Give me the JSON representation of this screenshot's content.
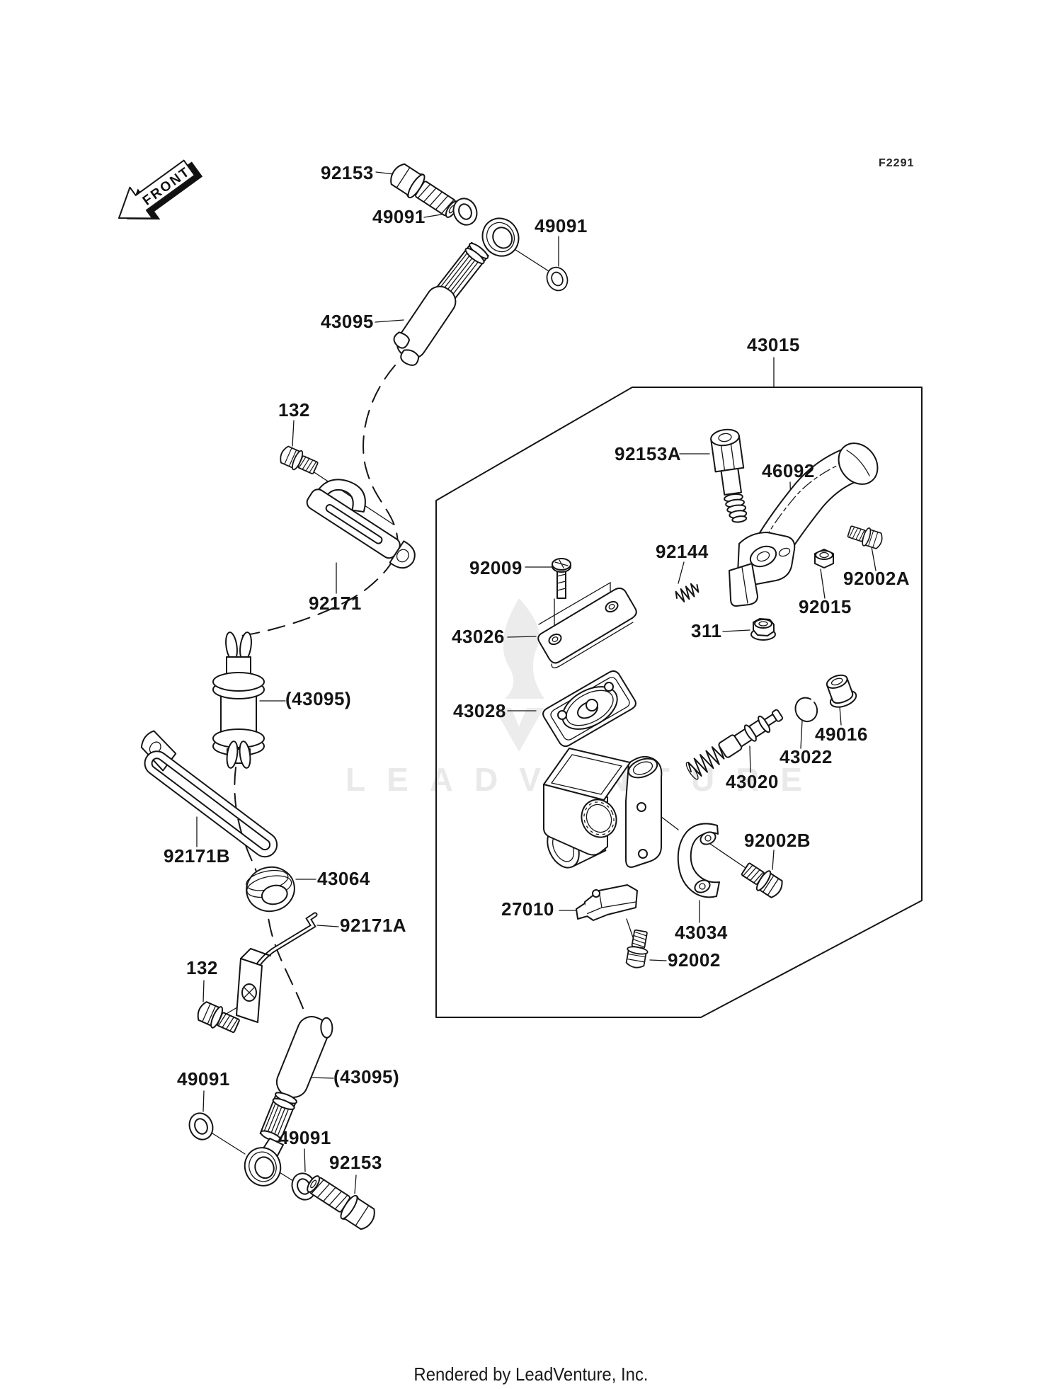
{
  "figure": {
    "code": "F2291",
    "direction": "FRONT"
  },
  "watermark": {
    "text": "LEADVENTURE"
  },
  "footer": {
    "text": "Rendered by LeadVenture, Inc."
  },
  "callouts": {
    "p92153_top": "92153",
    "p49091_a": "49091",
    "p49091_b": "49091",
    "p43095": "43095",
    "p43015": "43015",
    "p132_a": "132",
    "p92153a": "92153A",
    "p46092": "46092",
    "p92144": "92144",
    "p92002a": "92002A",
    "p92009": "92009",
    "p92015": "92015",
    "p311": "311",
    "p92171": "92171",
    "p43026": "43026",
    "p43028": "43028",
    "p49016": "49016",
    "p43022": "43022",
    "p43020": "43020",
    "p43095_ref_a": "(43095)",
    "p92002b": "92002B",
    "p92171b": "92171B",
    "p43064": "43064",
    "p92171a": "92171A",
    "p27010": "27010",
    "p43034": "43034",
    "p92002": "92002",
    "p132_b": "132",
    "p49091_c": "49091",
    "p43095_ref_b": "(43095)",
    "p49091_d": "49091",
    "p92153_b": "92153"
  }
}
